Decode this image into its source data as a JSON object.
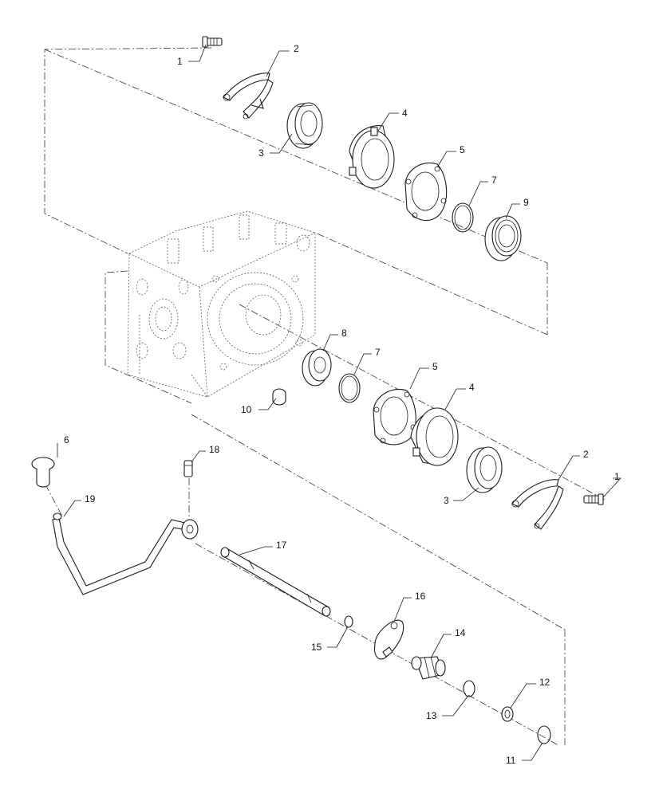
{
  "callouts": [
    {
      "id": "c1a",
      "text": "1"
    },
    {
      "id": "c2a",
      "text": "2"
    },
    {
      "id": "c3a",
      "text": "3"
    },
    {
      "id": "c4a",
      "text": "4"
    },
    {
      "id": "c5a",
      "text": "5"
    },
    {
      "id": "c7a",
      "text": "7"
    },
    {
      "id": "c9",
      "text": "9"
    },
    {
      "id": "c8",
      "text": "8"
    },
    {
      "id": "c7b",
      "text": "7"
    },
    {
      "id": "c5b",
      "text": "5"
    },
    {
      "id": "c4b",
      "text": "4"
    },
    {
      "id": "c10",
      "text": "10"
    },
    {
      "id": "c2b",
      "text": "2"
    },
    {
      "id": "c1b",
      "text": "1"
    },
    {
      "id": "c3b",
      "text": "3"
    },
    {
      "id": "c6",
      "text": "6"
    },
    {
      "id": "c18",
      "text": "18"
    },
    {
      "id": "c19",
      "text": "19"
    },
    {
      "id": "c17",
      "text": "17"
    },
    {
      "id": "c16",
      "text": "16"
    },
    {
      "id": "c14",
      "text": "14"
    },
    {
      "id": "c15",
      "text": "15"
    },
    {
      "id": "c12",
      "text": "12"
    },
    {
      "id": "c13",
      "text": "13"
    },
    {
      "id": "c11",
      "text": "11"
    }
  ]
}
